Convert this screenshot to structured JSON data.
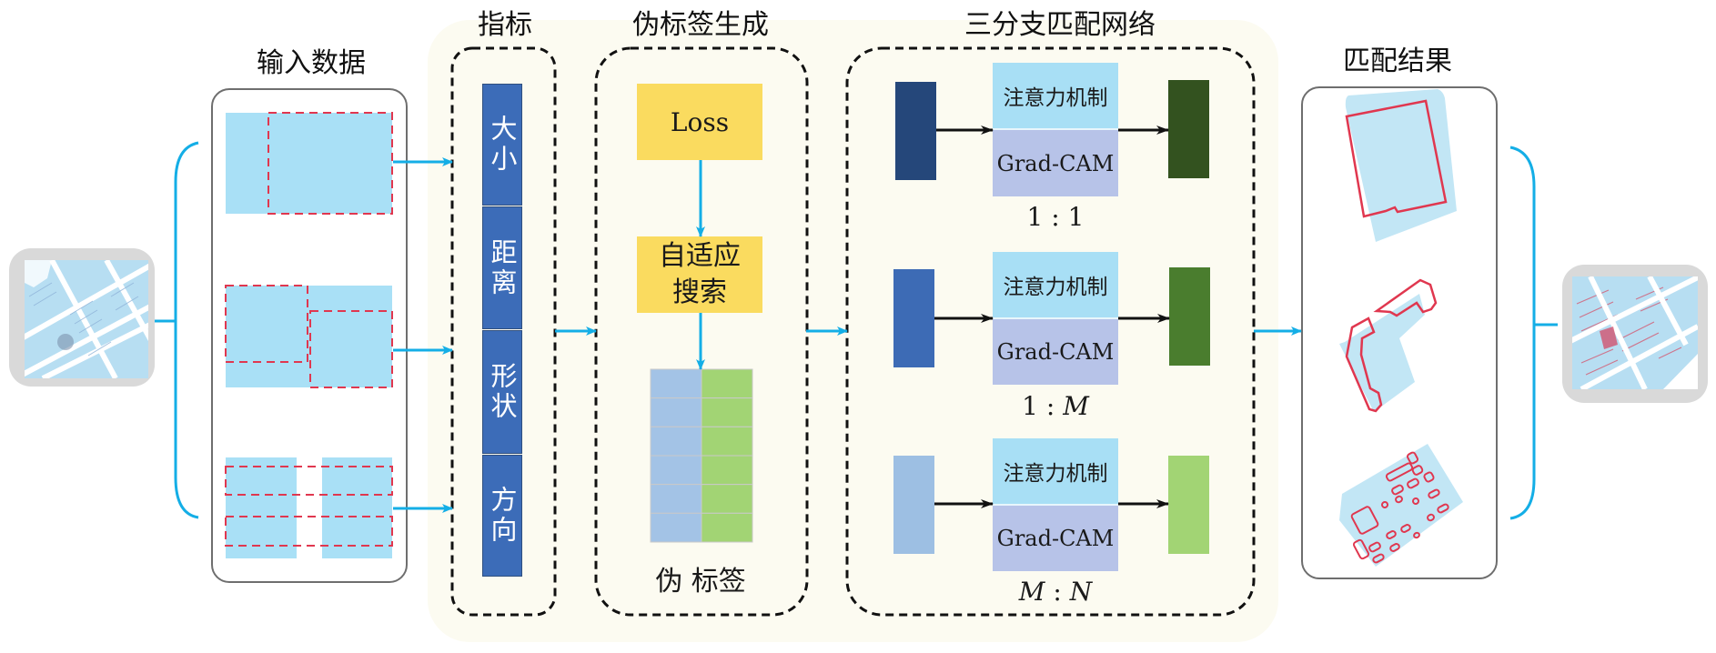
{
  "sections": {
    "input_data": "输入数据",
    "metrics": "指标",
    "pseudo_label_generation": "伪标签生成",
    "three_branch_network": "三分支匹配网络",
    "matching_results": "匹配结果"
  },
  "metrics": [
    "大小",
    "距离",
    "形状",
    "方向"
  ],
  "pseudo": {
    "loss_label": "Loss",
    "adaptive_search_label": "自适应搜索",
    "pseudo_label_caption": "伪 标签",
    "grid_rows": 6
  },
  "branches": [
    {
      "attention_label": "注意力机制",
      "gradcam_label": "Grad-CAM",
      "ratio_left": "1",
      "ratio_sep": " : ",
      "ratio_right": "1",
      "ratio_left_italic": false,
      "ratio_right_italic": false,
      "input_color": "#25477a",
      "output_color": "#33521f"
    },
    {
      "attention_label": "注意力机制",
      "gradcam_label": "Grad-CAM",
      "ratio_left": "1",
      "ratio_sep": " : ",
      "ratio_right": "M",
      "ratio_left_italic": false,
      "ratio_right_italic": true,
      "input_color": "#3d6bb5",
      "output_color": "#4a7d2e"
    },
    {
      "attention_label": "注意力机制",
      "gradcam_label": "Grad-CAM",
      "ratio_left": "M",
      "ratio_sep": " : ",
      "ratio_right": "N",
      "ratio_left_italic": true,
      "ratio_right_italic": true,
      "input_color": "#9dbfe3",
      "output_color": "#a2d474"
    }
  ],
  "colors": {
    "connector": "#14aee6",
    "dashed_outline": "#111111",
    "cream_background": "#fcfbf1",
    "shape_fill": "#a9e0f6",
    "shape_outline": "#e0374f",
    "metric_bar": "#3c6cb8",
    "yellow_box": "#fadb5f",
    "grid_blue": "#a3c3e6",
    "grid_green": "#a2d474"
  }
}
